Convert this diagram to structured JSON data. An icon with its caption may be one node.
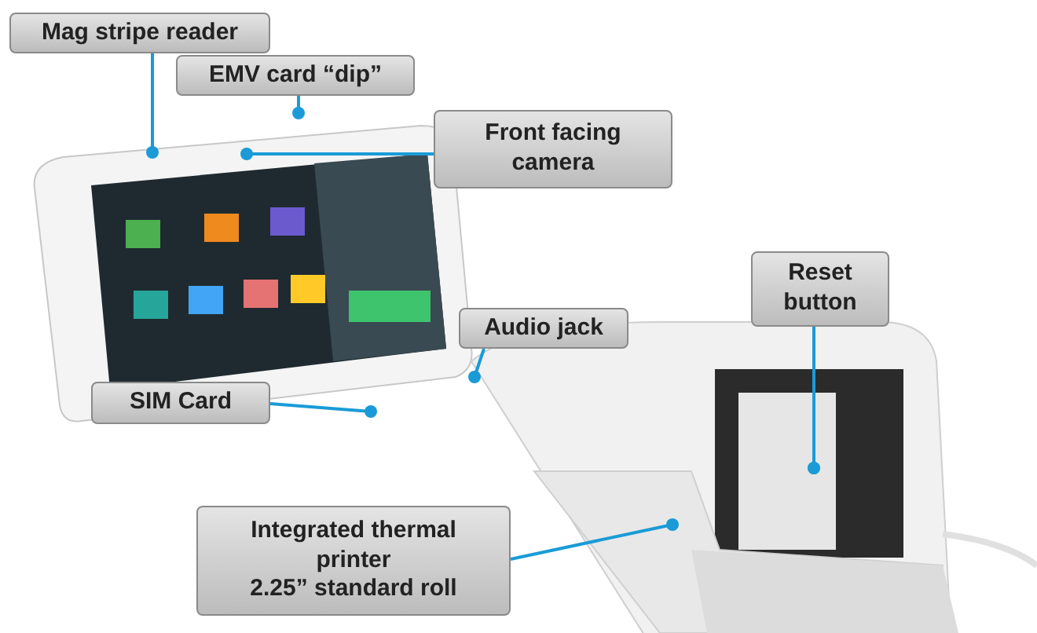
{
  "diagram": {
    "nodes": [
      {
        "text": [
          "Mag stripe reader"
        ]
      },
      {
        "text": [
          "EMV card “dip”"
        ]
      },
      {
        "text": [
          "Front facing camera"
        ]
      },
      {
        "text": [
          "Audio jack"
        ]
      },
      {
        "text": [
          "SIM Card"
        ]
      },
      {
        "text": [
          "Reset button"
        ]
      },
      {
        "text": [
          "Integrated thermal printer",
          "2.25” standard roll"
        ]
      }
    ],
    "edges": [
      {
        "from": 0,
        "to": null,
        "arrow": "other"
      },
      {
        "from": 1,
        "to": null,
        "arrow": "other"
      },
      {
        "from": 2,
        "to": null,
        "arrow": "other"
      },
      {
        "from": 3,
        "to": null,
        "arrow": "other"
      },
      {
        "from": 4,
        "to": null,
        "arrow": "other"
      },
      {
        "from": 5,
        "to": null,
        "arrow": "other"
      },
      {
        "from": 6,
        "to": null,
        "arrow": "other"
      }
    ]
  }
}
